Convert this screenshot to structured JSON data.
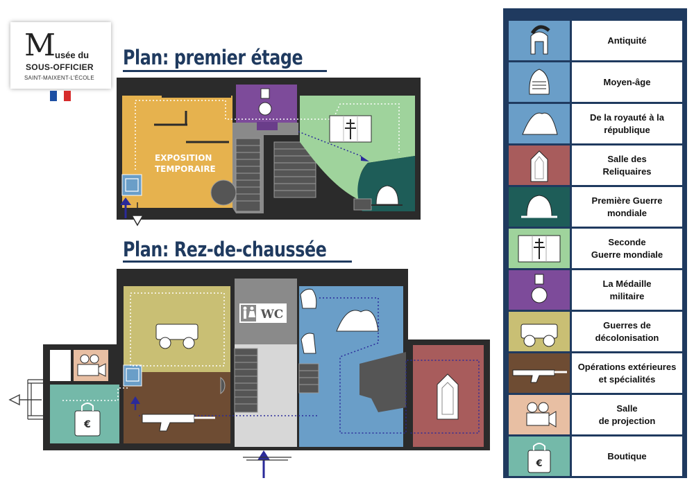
{
  "logo": {
    "letter": "M",
    "line1": "usée du",
    "line2": "SOUS-OFFICIER",
    "line3": "SAINT-MAIXENT-L'ÉCOLE"
  },
  "flag_colors": [
    "#1d4fa3",
    "#ffffff",
    "#d62b2b"
  ],
  "titles": {
    "first_floor": "Plan: premier étage",
    "ground_floor": "Plan: Rez-de-chaussée"
  },
  "rooms": {
    "temporary_exhibition": "EXPOSITION\nTEMPORAIRE",
    "wc": "WC",
    "shop_symbol": "€"
  },
  "legend": [
    {
      "label": "Antiquité",
      "color": "#6a9ec8",
      "icon": "helmet-antiquity-icon"
    },
    {
      "label": "Moyen-âge",
      "color": "#6a9ec8",
      "icon": "helmet-medieval-icon"
    },
    {
      "label": "De la royauté à la\nrépublique",
      "color": "#6a9ec8",
      "icon": "bicorne-hat-icon"
    },
    {
      "label": "Salle des\nReliquaires",
      "color": "#a85c5c",
      "icon": "reliquary-icon"
    },
    {
      "label": "Première Guerre\nmondiale",
      "color": "#1e5d58",
      "icon": "adrian-helmet-icon"
    },
    {
      "label": "Seconde\nGuerre mondiale",
      "color": "#9fd39c",
      "icon": "lorraine-cross-flag-icon"
    },
    {
      "label": "La Médaille\nmilitaire",
      "color": "#7d4b9a",
      "icon": "medal-icon"
    },
    {
      "label": "Guerres de\ndécolonisation",
      "color": "#c9bf74",
      "icon": "jeep-icon"
    },
    {
      "label": "Opérations extérieures\net spécialités",
      "color": "#6e4c33",
      "icon": "rifle-icon"
    },
    {
      "label": "Salle\nde projection",
      "color": "#e8bfa3",
      "icon": "film-camera-icon"
    },
    {
      "label": "Boutique",
      "color": "#74b9a9",
      "icon": "shopping-bag-icon"
    }
  ],
  "colors": {
    "navy": "#1f3a5f",
    "wall": "#2b2b2b",
    "corridor": "#8a8a8a",
    "light_corridor": "#d7d7d7",
    "temp_exhibition": "#e6b24e"
  }
}
